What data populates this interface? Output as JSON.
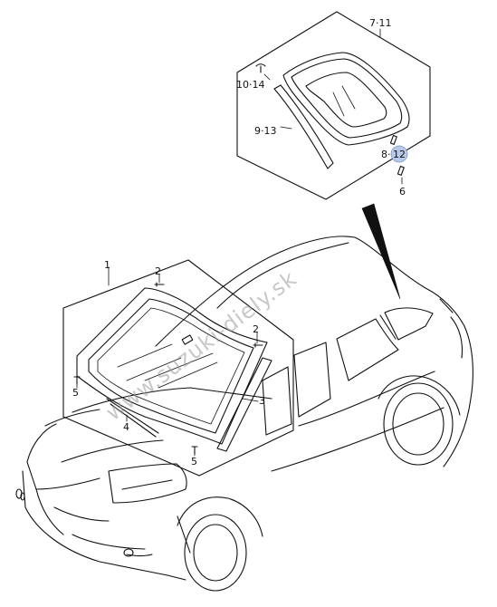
{
  "callouts": {
    "c1": "1",
    "c2a": "2",
    "c2b": "2",
    "c3": "3",
    "c4": "4",
    "c5a": "5",
    "c5b": "5",
    "c6": "6",
    "c7_11": "7·11",
    "c8": "8·",
    "c12": "12",
    "c9_13": "9·13",
    "c10_14": "10·14"
  },
  "watermark": "www.suzuki-diely.sk",
  "colors": {
    "line": "#111111",
    "highlight": "#b9c9ea",
    "highlight_stroke": "#7f95c9",
    "watermark": "#9a9a9a"
  }
}
